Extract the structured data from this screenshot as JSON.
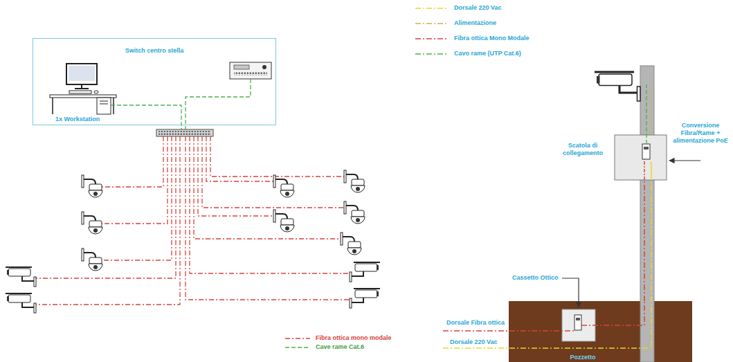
{
  "diagram": {
    "nodes": [
      {
        "text": [
          "Switch centro stella"
        ]
      },
      {
        "text": [
          "Scatola di collegamento"
        ]
      },
      {
        "text": [
          "Pozzetto"
        ]
      }
    ],
    "edges": [
      {
        "from": 2,
        "to": 1,
        "arrow": "none"
      }
    ],
    "labels": [
      "1x Workstation",
      "Conversione Fibra/Rame + alimentazione PoE",
      "Cassetto Ottico",
      "Dorsale Fibra ottica",
      "Dorsale 220 Vac"
    ],
    "legend": [
      {
        "text": "Fibra ottica mono modale"
      },
      {
        "text": "Cave rame Cat.6"
      },
      {
        "text": "Dorsale 220 Vac"
      },
      {
        "text": "Alimentazione"
      },
      {
        "text": "Fibra ottica Mono Modale"
      },
      {
        "text": "Cavo rame (UTP Cat.6)"
      }
    ]
  }
}
